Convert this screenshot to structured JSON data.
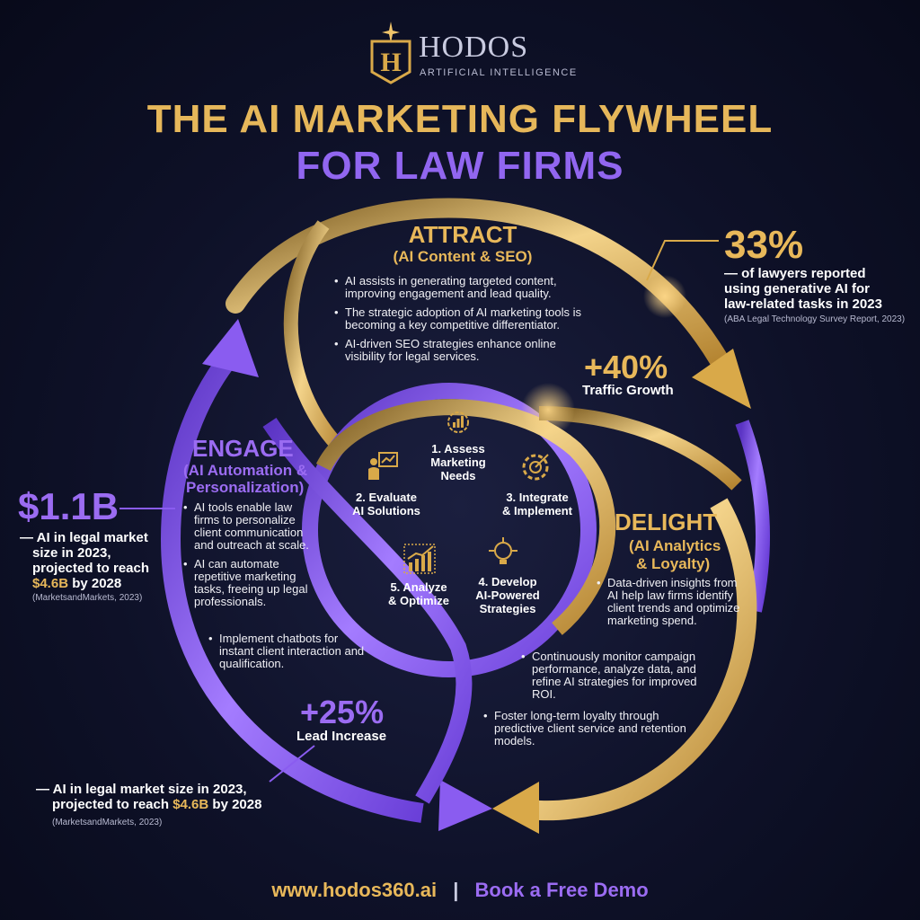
{
  "brand": {
    "name": "HODOS",
    "subtitle": "ARTIFICIAL INTELLIGENCE"
  },
  "title": {
    "line1": "THE AI MARKETING FLYWHEEL",
    "line2": "FOR LAW FIRMS"
  },
  "attract": {
    "title": "ATTRACT",
    "subtitle": "(AI Content & SEO)",
    "bullets": [
      "AI assists in generating targeted content, improving engagement and lead quality.",
      "The strategic adoption of AI marketing tools is becoming a key competitive differentiator.",
      "AI-driven SEO strategies enhance online visibility for legal services."
    ]
  },
  "engage": {
    "title": "ENGAGE",
    "subtitle_line1": "(AI Automation &",
    "subtitle_line2": "Personalization)",
    "bullets": [
      "AI tools enable law firms to personalize client communication and outreach at scale.",
      "AI can automate repetitive marketing tasks, freeing up legal professionals.",
      "Implement chatbots for instant client interaction and qualification."
    ]
  },
  "delight": {
    "title": "DELIGHT",
    "subtitle_line1": "(AI Analytics",
    "subtitle_line2": "& Loyalty)",
    "bullets": [
      "Data-driven insights from AI help law firms identify client trends and optimize marketing spend.",
      "Continuously monitor campaign performance, analyze data, and refine AI strategies for improved ROI.",
      "Foster long-term loyalty through predictive client service and retention models."
    ]
  },
  "steps": [
    {
      "number": "1.",
      "line1": "Assess",
      "line2": "Marketing",
      "line3": "Needs"
    },
    {
      "number": "2.",
      "line1": "Evaluate",
      "line2": "AI Solutions"
    },
    {
      "number": "3.",
      "line1": "Integrate",
      "line2": "& Implement"
    },
    {
      "number": "4.",
      "line1": "Develop",
      "line2": "AI-Powered",
      "line3": "Strategies"
    },
    {
      "number": "5.",
      "line1": "Analyze",
      "line2": "& Optimize"
    }
  ],
  "stats": {
    "lawyers_pct": {
      "value": "33%",
      "line1": "— of lawyers reported",
      "line2": "using generative AI for",
      "line3": "law-related tasks in 2023",
      "source": "(ABA Legal Technology Survey Report, 2023)"
    },
    "traffic": {
      "value": "+40%",
      "label": "Traffic Growth"
    },
    "market": {
      "value": "$1.1B",
      "line1": "— AI in legal market",
      "line2": "size in 2023,",
      "line3": "projected to reach",
      "highlight": "$4.6B",
      "tail": " by 2028",
      "source": "(MarketsandMarkets, 2023)"
    },
    "leads": {
      "value": "+25%",
      "label": "Lead Increase"
    },
    "market_bottom": {
      "line1": "— AI in legal market size in 2023,",
      "line2": "projected to reach ",
      "highlight": "$4.6B",
      "tail": " by 2028",
      "source": "(MarketsandMarkets, 2023)"
    }
  },
  "footer": {
    "url": "www.hodos360.ai",
    "separator": "|",
    "cta": "Book a Free Demo"
  },
  "colors": {
    "gold": "#e6b75a",
    "purple": "#9166f0",
    "background": "#0e1128"
  }
}
